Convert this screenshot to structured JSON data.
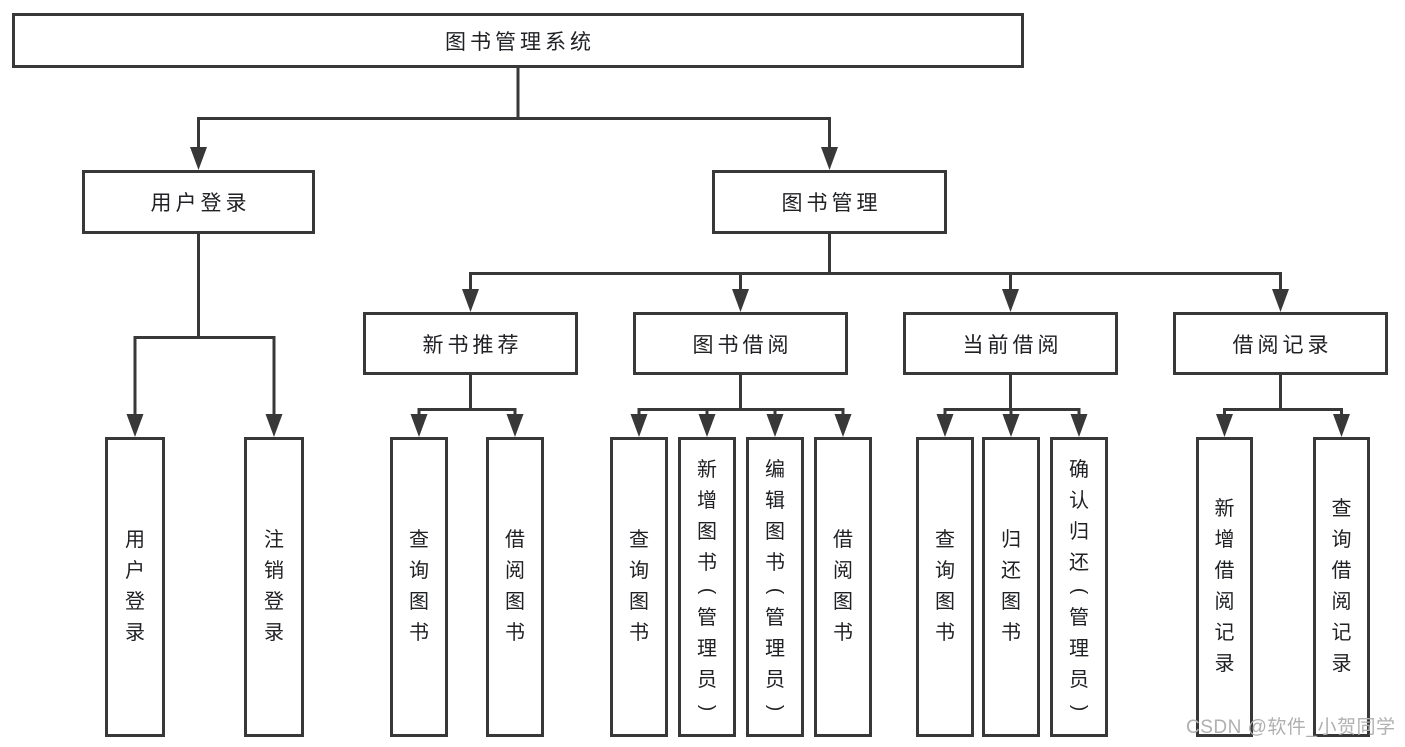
{
  "diagram": {
    "type": "hierarchy-tree",
    "colors": {
      "line": "#383838",
      "text": "#202124",
      "background": "#ffffff",
      "box_background": "#ffffff",
      "watermark": "#b0b0b0"
    },
    "tree": {
      "label": "图书管理系统",
      "children": [
        {
          "label": "用户登录",
          "children": [
            {
              "label": "用户登录"
            },
            {
              "label": "注销登录"
            }
          ]
        },
        {
          "label": "图书管理",
          "children": [
            {
              "label": "新书推荐",
              "children": [
                {
                  "label": "查询图书"
                },
                {
                  "label": "借阅图书"
                }
              ]
            },
            {
              "label": "图书借阅",
              "children": [
                {
                  "label": "查询图书"
                },
                {
                  "label": "新增图书（管理员）"
                },
                {
                  "label": "编辑图书（管理员）"
                },
                {
                  "label": "借阅图书"
                }
              ]
            },
            {
              "label": "当前借阅",
              "children": [
                {
                  "label": "查询图书"
                },
                {
                  "label": "归还图书"
                },
                {
                  "label": "确认归还（管理员）"
                }
              ]
            },
            {
              "label": "借阅记录",
              "children": [
                {
                  "label": "新增借阅记录"
                },
                {
                  "label": "查询借阅记录"
                }
              ]
            }
          ]
        }
      ]
    }
  },
  "watermark": {
    "text": "CSDN @软件_小贺同学"
  }
}
